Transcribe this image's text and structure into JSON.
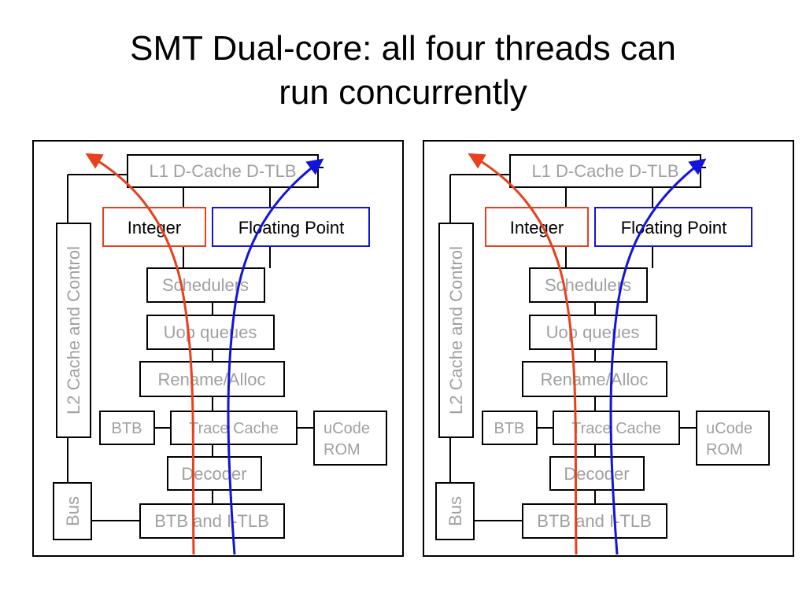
{
  "slide": {
    "title_line1": "SMT Dual-core: all four threads can",
    "title_line2": "run concurrently"
  },
  "core": {
    "l1_dcache": "L1 D-Cache D-TLB",
    "integer": "Integer",
    "floating_point": "Floating Point",
    "schedulers": "Schedulers",
    "uop_queues": "Uop queues",
    "rename_alloc": "Rename/Alloc",
    "btb": "BTB",
    "trace_cache": "Trace Cache",
    "ucode_line1": "uCode",
    "ucode_line2": "ROM",
    "decoder": "Decoder",
    "btb_itlb": "BTB and I-TLB",
    "l2_cache": "L2 Cache and Control",
    "bus": "Bus"
  },
  "colors": {
    "thread_a": "#e8401c",
    "thread_b": "#1414d8",
    "inactive_text": "#a0a0a0",
    "box_border": "#000000"
  }
}
